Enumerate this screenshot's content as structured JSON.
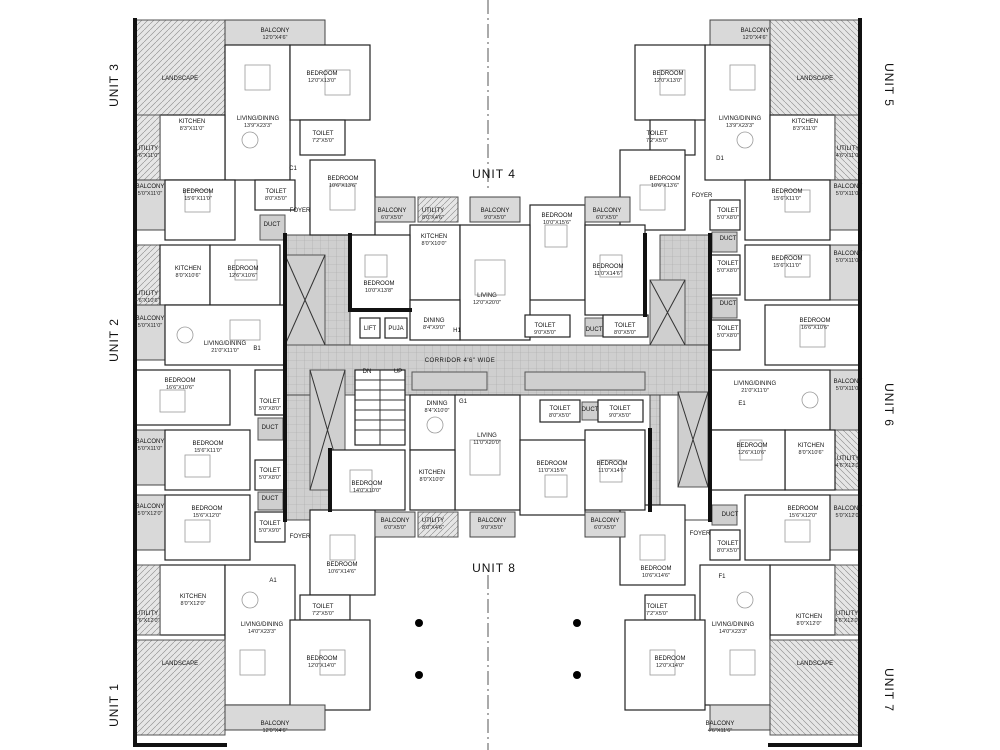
{
  "units": [
    {
      "id": "u1",
      "label": "UNIT 1"
    },
    {
      "id": "u2",
      "label": "UNIT 2"
    },
    {
      "id": "u3",
      "label": "UNIT 3"
    },
    {
      "id": "u4",
      "label": "UNIT 4"
    },
    {
      "id": "u5",
      "label": "UNIT 5"
    },
    {
      "id": "u6",
      "label": "UNIT 6"
    },
    {
      "id": "u7",
      "label": "UNIT 7"
    },
    {
      "id": "u8",
      "label": "UNIT 8"
    }
  ],
  "corridor": {
    "label": "CORRIDOR 4'6\" WIDE"
  },
  "core": {
    "lift": "LIFT",
    "puja": "PUJA",
    "dn": "DN",
    "up": "UP"
  },
  "rooms": [
    {
      "name": "BALCONY",
      "dim": "12'0\"X4'6\""
    },
    {
      "name": "BEDROOM",
      "dim": "12'0\"X13'0\""
    },
    {
      "name": "LANDSCAPE",
      "dim": ""
    },
    {
      "name": "KITCHEN",
      "dim": "8'3\"X11'0\""
    },
    {
      "name": "LIVING/DINING",
      "dim": "13'9\"X23'3\""
    },
    {
      "name": "TOILET",
      "dim": "7'2\"X5'0\""
    },
    {
      "name": "UTILITY",
      "dim": "4'6\"X11'0\""
    },
    {
      "name": "C1",
      "dim": ""
    },
    {
      "name": "BALCONY",
      "dim": "5'0\"X11'0\""
    },
    {
      "name": "BEDROOM",
      "dim": "15'6\"X11'0\""
    },
    {
      "name": "TOILET",
      "dim": "8'0\"X5'0\""
    },
    {
      "name": "FOYER",
      "dim": ""
    },
    {
      "name": "BEDROOM",
      "dim": "10'6\"X13'6\""
    },
    {
      "name": "DUCT",
      "dim": ""
    },
    {
      "name": "KITCHEN",
      "dim": "8'0\"X10'6\""
    },
    {
      "name": "BEDROOM",
      "dim": "12'6\"X10'6\""
    },
    {
      "name": "UTILITY",
      "dim": "4'6\"X10'6\""
    },
    {
      "name": "BALCONY",
      "dim": "5'0\"X11'0\""
    },
    {
      "name": "LIVING/DINING",
      "dim": "21'0\"X11'0\""
    },
    {
      "name": "B1",
      "dim": ""
    },
    {
      "name": "BEDROOM",
      "dim": "16'6\"X10'6\""
    },
    {
      "name": "TOILET",
      "dim": "5'0\"X8'0\""
    },
    {
      "name": "DUCT",
      "dim": ""
    },
    {
      "name": "BALCONY",
      "dim": "5'0\"X11'0\""
    },
    {
      "name": "BEDROOM",
      "dim": "15'6\"X11'0\""
    },
    {
      "name": "TOILET",
      "dim": "5'0\"X8'0\""
    },
    {
      "name": "DUCT",
      "dim": ""
    },
    {
      "name": "BALCONY",
      "dim": "5'0\"X12'0\""
    },
    {
      "name": "BEDROOM",
      "dim": "15'6\"X12'0\""
    },
    {
      "name": "TOILET",
      "dim": "5'0\"X9'0\""
    },
    {
      "name": "FOYER",
      "dim": ""
    },
    {
      "name": "BEDROOM",
      "dim": "10'6\"X14'6\""
    },
    {
      "name": "A1",
      "dim": ""
    },
    {
      "name": "KITCHEN",
      "dim": "8'0\"X12'0\""
    },
    {
      "name": "UTILITY",
      "dim": "4'6\"X12'0\""
    },
    {
      "name": "LIVING/DINING",
      "dim": "14'0\"X23'3\""
    },
    {
      "name": "TOILET",
      "dim": "7'2\"X5'0\""
    },
    {
      "name": "LANDSCAPE",
      "dim": ""
    },
    {
      "name": "BEDROOM",
      "dim": "12'0\"X14'0\""
    },
    {
      "name": "BALCONY",
      "dim": "12'0\"X4'6\""
    },
    {
      "name": "BALCONY",
      "dim": "6'0\"X5'0\""
    },
    {
      "name": "UTILITY",
      "dim": "8'0\"X4'6\""
    },
    {
      "name": "BALCONY",
      "dim": "9'0\"X5'0\""
    },
    {
      "name": "BEDROOM",
      "dim": "10'0\"X15'6\""
    },
    {
      "name": "BALCONY",
      "dim": "6'0\"X5'0\""
    },
    {
      "name": "KITCHEN",
      "dim": "8'0\"X10'0\""
    },
    {
      "name": "BEDROOM",
      "dim": "10'0\"X13'8\""
    },
    {
      "name": "LIVING",
      "dim": "12'0\"X20'0\""
    },
    {
      "name": "BEDROOM",
      "dim": "11'0\"X14'6\""
    },
    {
      "name": "DINING",
      "dim": "8'4\"X9'0\""
    },
    {
      "name": "H1",
      "dim": ""
    },
    {
      "name": "TOILET",
      "dim": "9'0\"X5'0\""
    },
    {
      "name": "DUCT",
      "dim": ""
    },
    {
      "name": "TOILET",
      "dim": "8'0\"X5'0\""
    },
    {
      "name": "DINING",
      "dim": "8'4\"X10'0\""
    },
    {
      "name": "G1",
      "dim": ""
    },
    {
      "name": "LIVING",
      "dim": "11'0\"X20'0\""
    },
    {
      "name": "TOILET",
      "dim": "8'0\"X5'0\""
    },
    {
      "name": "DUCT",
      "dim": ""
    },
    {
      "name": "TOILET",
      "dim": "9'0\"X5'0\""
    },
    {
      "name": "BEDROOM",
      "dim": "14'0\"X10'0\""
    },
    {
      "name": "KITCHEN",
      "dim": "8'0\"X10'0\""
    },
    {
      "name": "BEDROOM",
      "dim": "11'0\"X15'6\""
    },
    {
      "name": "BEDROOM",
      "dim": "11'0\"X14'6\""
    },
    {
      "name": "BALCONY",
      "dim": "6'0\"X5'0\""
    },
    {
      "name": "UTILITY",
      "dim": "8'0\"X4'6\""
    },
    {
      "name": "BALCONY",
      "dim": "9'0\"X5'0\""
    },
    {
      "name": "BALCONY",
      "dim": "6'0\"X5'0\""
    },
    {
      "name": "BALCONY",
      "dim": "12'0\"X4'6\""
    },
    {
      "name": "BEDROOM",
      "dim": "12'0\"X13'0\""
    },
    {
      "name": "LANDSCAPE",
      "dim": ""
    },
    {
      "name": "LIVING/DINING",
      "dim": "13'9\"X23'3\""
    },
    {
      "name": "KITCHEN",
      "dim": "8'3\"X11'0\""
    },
    {
      "name": "TOILET",
      "dim": "7'2\"X5'0\""
    },
    {
      "name": "UTILITY",
      "dim": "4'6\"X11'0\""
    },
    {
      "name": "D1",
      "dim": ""
    },
    {
      "name": "BEDROOM",
      "dim": "10'6\"X13'6\""
    },
    {
      "name": "FOYER",
      "dim": ""
    },
    {
      "name": "BEDROOM",
      "dim": "15'6\"X11'0\""
    },
    {
      "name": "BALCONY",
      "dim": "5'0\"X11'0\""
    },
    {
      "name": "TOILET",
      "dim": "5'0\"X8'0\""
    },
    {
      "name": "DUCT",
      "dim": ""
    },
    {
      "name": "TOILET",
      "dim": "5'0\"X8'0\""
    },
    {
      "name": "BEDROOM",
      "dim": "15'6\"X11'0\""
    },
    {
      "name": "BALCONY",
      "dim": "5'0\"X11'0\""
    },
    {
      "name": "DUCT",
      "dim": ""
    },
    {
      "name": "BEDROOM",
      "dim": "16'6\"X10'6\""
    },
    {
      "name": "TOILET",
      "dim": "5'0\"X8'0\""
    },
    {
      "name": "LIVING/DINING",
      "dim": "21'0\"X11'0\""
    },
    {
      "name": "E1",
      "dim": ""
    },
    {
      "name": "BALCONY",
      "dim": "5'0\"X11'0\""
    },
    {
      "name": "BEDROOM",
      "dim": "12'6\"X10'6\""
    },
    {
      "name": "KITCHEN",
      "dim": "8'0\"X10'6\""
    },
    {
      "name": "UTILITY",
      "dim": "4'6\"X12'0\""
    },
    {
      "name": "DUCT",
      "dim": ""
    },
    {
      "name": "BEDROOM",
      "dim": "15'6\"X12'0\""
    },
    {
      "name": "BALCONY",
      "dim": "5'0\"X12'0\""
    },
    {
      "name": "TOILET",
      "dim": "8'0\"X5'0\""
    },
    {
      "name": "FOYER",
      "dim": ""
    },
    {
      "name": "BEDROOM",
      "dim": "10'6\"X14'6\""
    },
    {
      "name": "F1",
      "dim": ""
    },
    {
      "name": "TOILET",
      "dim": "7'2\"X5'0\""
    },
    {
      "name": "LIVING/DINING",
      "dim": "14'0\"X23'3\""
    },
    {
      "name": "KITCHEN",
      "dim": "8'0\"X12'0\""
    },
    {
      "name": "UTILITY",
      "dim": "4'6\"X12'0\""
    },
    {
      "name": "BEDROOM",
      "dim": "12'0\"X14'0\""
    },
    {
      "name": "LANDSCAPE",
      "dim": ""
    },
    {
      "name": "BALCONY",
      "dim": "4'6\"X11'6\""
    }
  ]
}
